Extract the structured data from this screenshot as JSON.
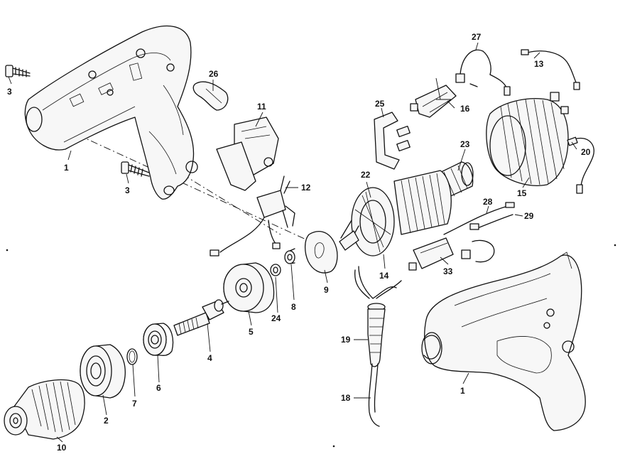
{
  "labels": {
    "l1a": "1",
    "l1b": "1",
    "l2": "2",
    "l3a": "3",
    "l3b": "3",
    "l4": "4",
    "l5": "5",
    "l6": "6",
    "l7": "7",
    "l8": "8",
    "l9": "9",
    "l10": "10",
    "l11": "11",
    "l12": "12",
    "l13": "13",
    "l14": "14",
    "l15": "15",
    "l16": "16",
    "l18": "18",
    "l19": "19",
    "l20": "20",
    "l22": "22",
    "l23": "23",
    "l24": "24",
    "l25": "25",
    "l26": "26",
    "l27": "27",
    "l28": "28",
    "l29": "29",
    "l33": "33"
  }
}
